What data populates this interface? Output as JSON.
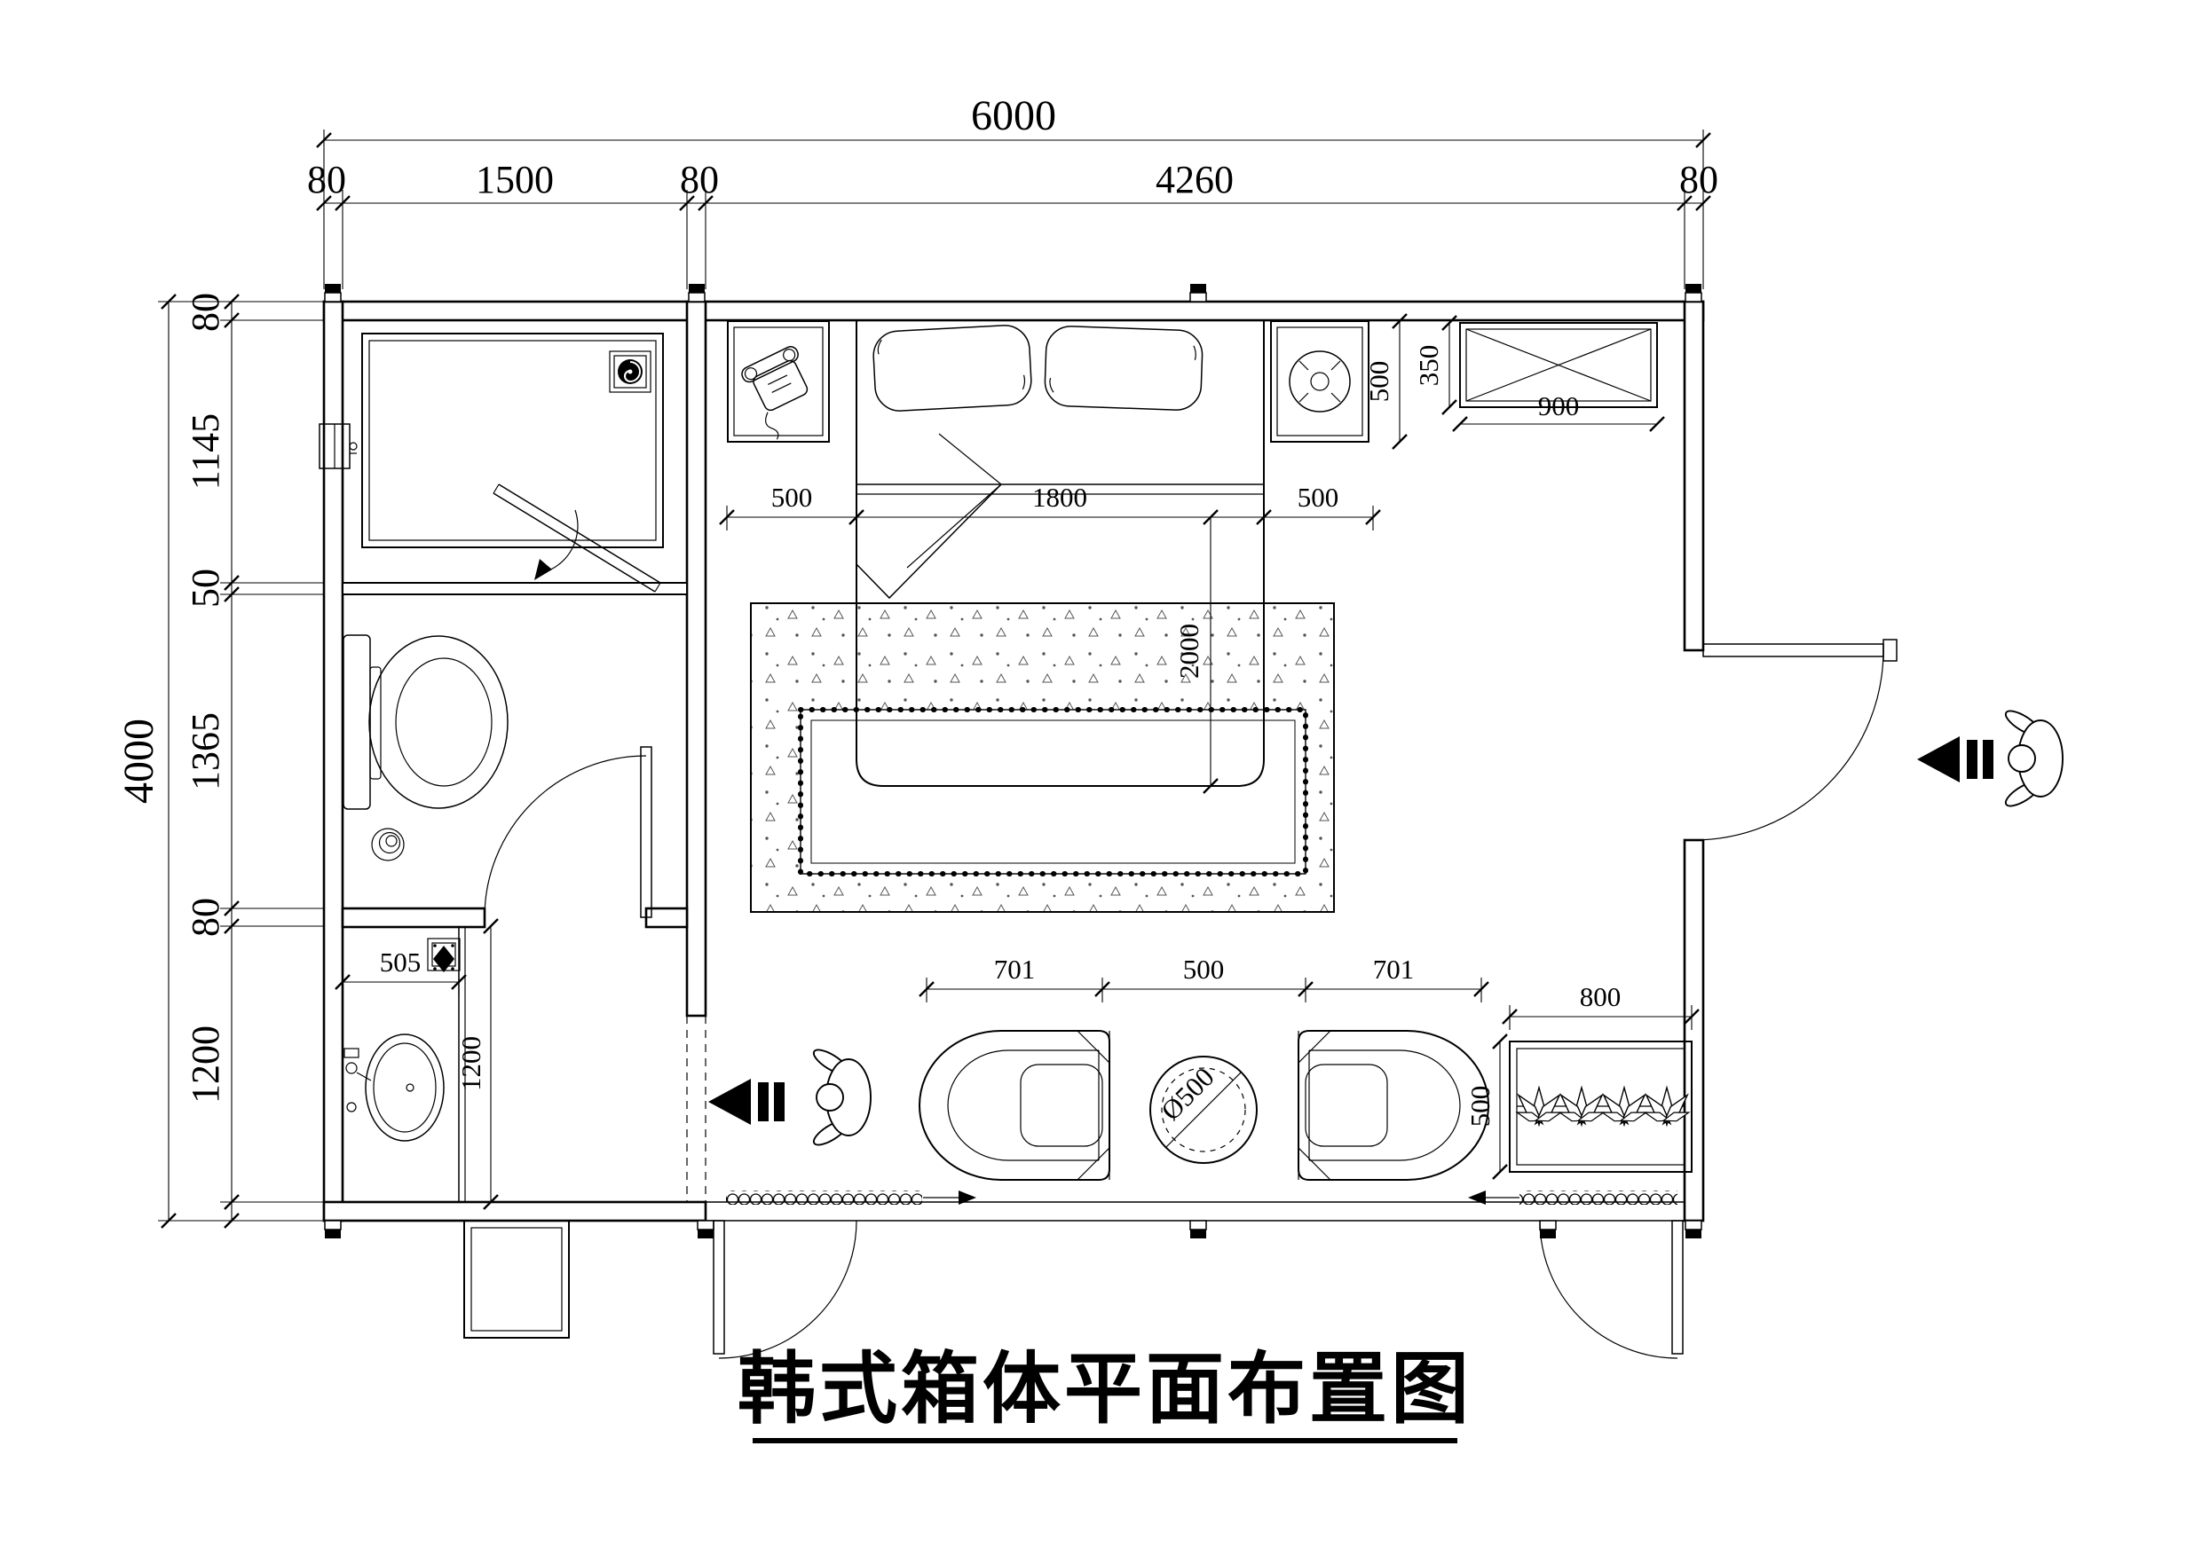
{
  "title": "韩式箱体平面布置图",
  "dims": {
    "top_total": "6000",
    "top_segs": [
      "80",
      "1500",
      "80",
      "4260",
      "80"
    ],
    "left_total": "4000",
    "left_segs": [
      "80",
      "1145",
      "50",
      "1365",
      "80",
      "1200"
    ],
    "bed_row": [
      "500",
      "1800",
      "500"
    ],
    "bed_length": "2000",
    "nightstand_depth": "500",
    "cabinet_depth": "350",
    "cabinet_width": "900",
    "vanity_width": "505",
    "vanity_counter_length": "1200",
    "seat_row": [
      "701",
      "500",
      "701"
    ],
    "table_diameter": "Ø500",
    "shelf_width": "800",
    "shelf_depth": "500"
  },
  "icons": {
    "telephone": "handset-on-base",
    "exhaust_fan": "swirl-in-dark-square",
    "round_fixture": "concentric-circles-in-square",
    "floor_drain": "spiral-circle",
    "square_drain": "ornate-dark-square",
    "entry_arrow": "solid-triangle-with-bars",
    "person": "top-view-figure",
    "plant": "leaf-cluster"
  }
}
